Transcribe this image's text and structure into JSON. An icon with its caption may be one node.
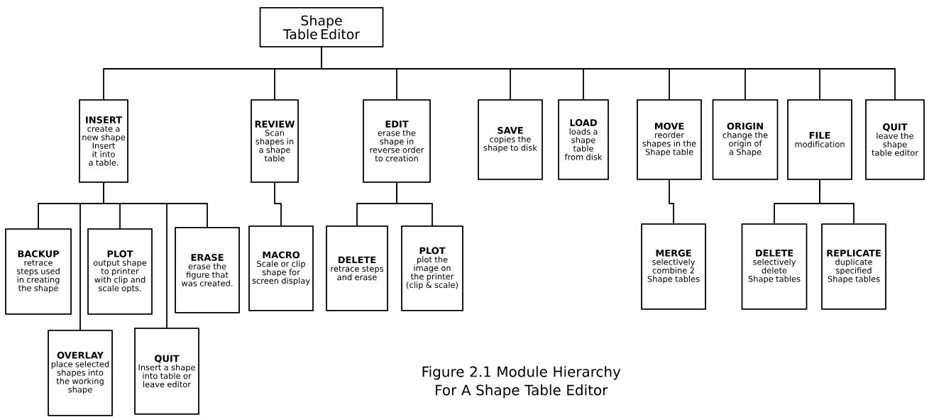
{
  "diagram": {
    "caption": "Figure 2.1 Module Hierarchy For A Shape Table Editor",
    "nodes": [
      {
        "text": [
          "Shape Table Editor"
        ]
      },
      {
        "text": [
          "INSERT",
          "create a new shape Insert it into a table."
        ]
      },
      {
        "text": [
          "REVIEW",
          "Scan shapes in a shape table"
        ]
      },
      {
        "text": [
          "EDIT",
          "erase the shape in reverse order to creation"
        ]
      },
      {
        "text": [
          "SAVE",
          "copies the shape to disk"
        ]
      },
      {
        "text": [
          "LOAD",
          "loads a shape table from disk"
        ]
      },
      {
        "text": [
          "MOVE",
          "reorder shapes in the Shape table"
        ]
      },
      {
        "text": [
          "ORIGIN",
          "change the origin of a Shape"
        ]
      },
      {
        "text": [
          "FILE",
          "modification"
        ]
      },
      {
        "text": [
          "QUIT",
          "leave the shape table editor"
        ]
      },
      {
        "text": [
          "BACKUP",
          "retrace steps used in creating the shape"
        ]
      },
      {
        "text": [
          "PLOT",
          "output shape to printer with clip and scale opts."
        ]
      },
      {
        "text": [
          "ERASE",
          "erase the figure that was created."
        ]
      },
      {
        "text": [
          "OVERLAY",
          "place selected shapes into the working shape"
        ]
      },
      {
        "text": [
          "QUIT",
          "Insert a shape into table or leave editor"
        ]
      },
      {
        "text": [
          "MACRO",
          "Scale or clip shape for screen display"
        ]
      },
      {
        "text": [
          "DELETE",
          "retrace steps and erase"
        ]
      },
      {
        "text": [
          "PLOT",
          "plot the image on the printer (clip & scale)"
        ]
      },
      {
        "text": [
          "MERGE",
          "selectively combine 2 Shape tables"
        ]
      },
      {
        "text": [
          "DELETE",
          "selectively delete Shape tables"
        ]
      },
      {
        "text": [
          "REPLICATE",
          "duplicate specified Shape tables"
        ]
      }
    ],
    "edges": [
      {
        "from": 0,
        "to": 1,
        "arrow": "none"
      },
      {
        "from": 0,
        "to": 2,
        "arrow": "none"
      },
      {
        "from": 0,
        "to": 3,
        "arrow": "none"
      },
      {
        "from": 0,
        "to": 4,
        "arrow": "none"
      },
      {
        "from": 0,
        "to": 5,
        "arrow": "none"
      },
      {
        "from": 0,
        "to": 6,
        "arrow": "none"
      },
      {
        "from": 0,
        "to": 7,
        "arrow": "none"
      },
      {
        "from": 0,
        "to": 8,
        "arrow": "none"
      },
      {
        "from": 0,
        "to": 9,
        "arrow": "none"
      },
      {
        "from": 1,
        "to": 10,
        "arrow": "none"
      },
      {
        "from": 1,
        "to": 11,
        "arrow": "none"
      },
      {
        "from": 1,
        "to": 12,
        "arrow": "none"
      },
      {
        "from": 1,
        "to": 13,
        "arrow": "none"
      },
      {
        "from": 1,
        "to": 14,
        "arrow": "none"
      },
      {
        "from": 2,
        "to": 15,
        "arrow": "none"
      },
      {
        "from": 3,
        "to": 16,
        "arrow": "none"
      },
      {
        "from": 3,
        "to": 17,
        "arrow": "none"
      },
      {
        "from": 6,
        "to": 18,
        "arrow": "none"
      },
      {
        "from": 8,
        "to": 19,
        "arrow": "none"
      },
      {
        "from": 8,
        "to": 20,
        "arrow": "none"
      }
    ]
  }
}
